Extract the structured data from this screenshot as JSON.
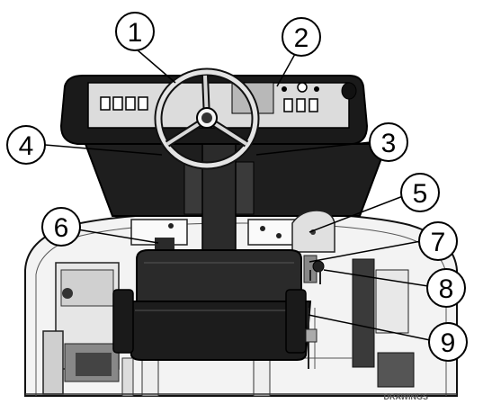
{
  "callouts": [
    {
      "number": "1"
    },
    {
      "number": "2"
    },
    {
      "number": "3"
    },
    {
      "number": "4"
    },
    {
      "number": "5"
    },
    {
      "number": "6"
    },
    {
      "number": "7"
    },
    {
      "number": "8"
    },
    {
      "number": "9"
    }
  ],
  "watermark": "DRAWINGS",
  "colors": {
    "dash_dark": "#222222",
    "dash_panel": "#dcdcdc",
    "seat": "#2a2a2a",
    "frame": "#f2f2f2",
    "line": "#000000"
  }
}
